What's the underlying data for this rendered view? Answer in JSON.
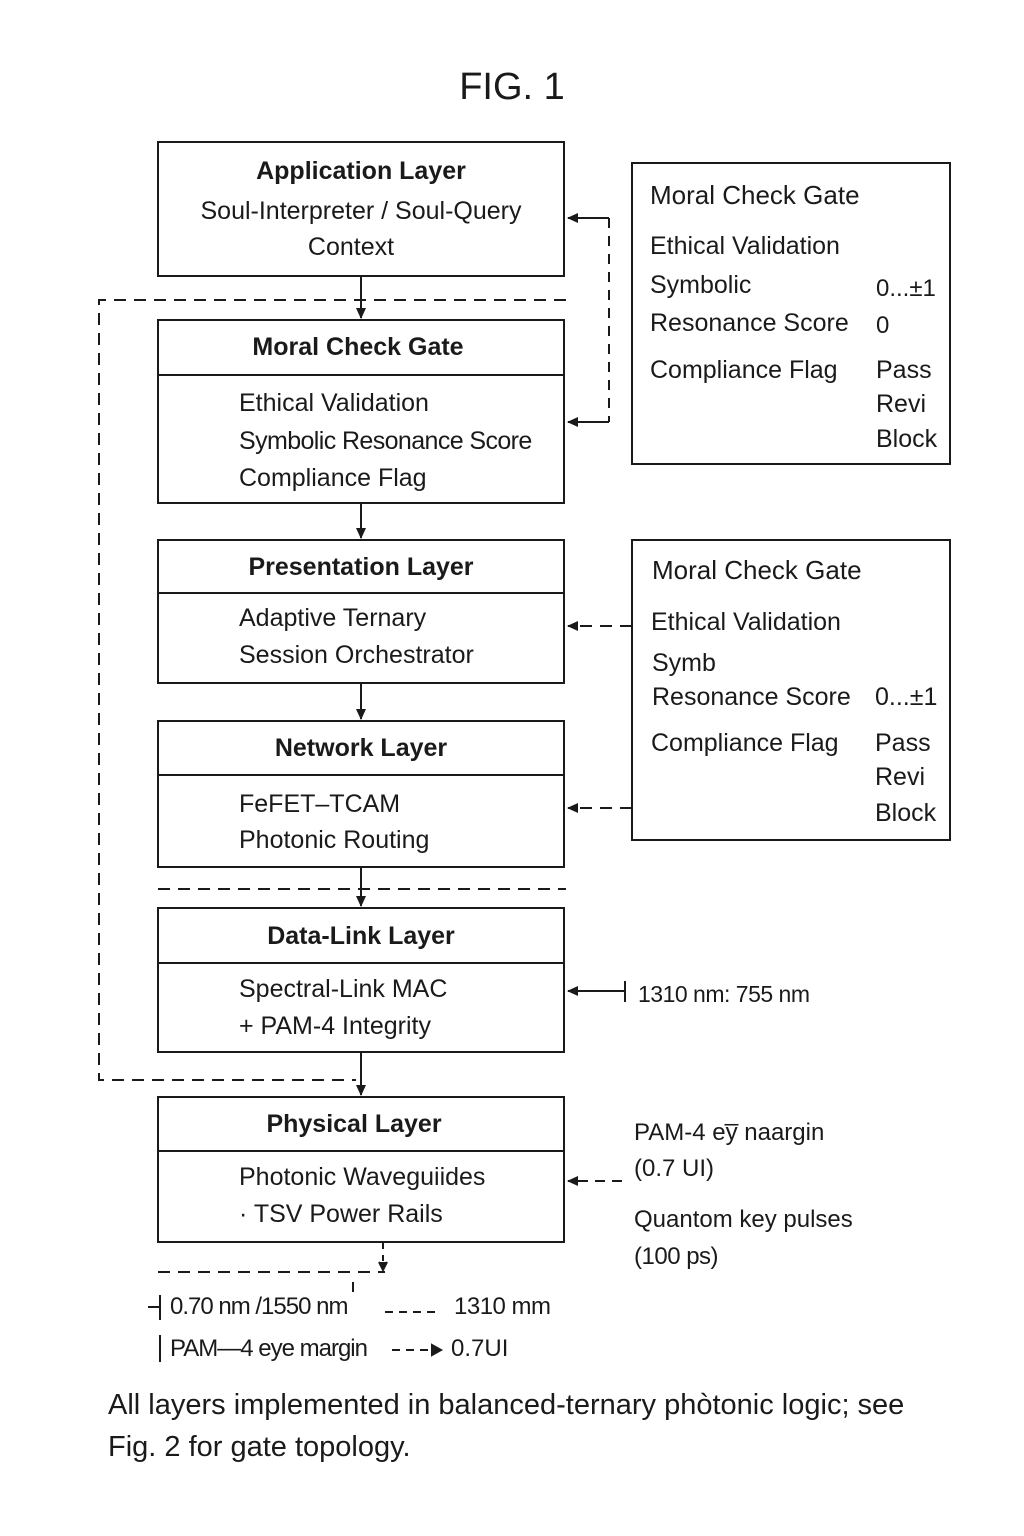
{
  "figure_title": "FIG. 1",
  "layers": {
    "application": {
      "title": "Application Layer",
      "line1": "Soul-Interpreter / Soul-Query",
      "line2": "Context"
    },
    "moral_gate": {
      "title": "Moral Check Gate",
      "line1": "Ethical Validation",
      "line2": "Symbolic Resonance Score",
      "line3": "Compliance Flag"
    },
    "presentation": {
      "title": "Presentation Layer",
      "line1": "Adaptive Ternary",
      "line2": "Session Orchestrator"
    },
    "network": {
      "title": "Network Layer",
      "line1": "FeFET–TCAM",
      "line2": "Photonic Routing"
    },
    "datalink": {
      "title": "Data-Link Layer",
      "line1": "Spectral-Link MAC",
      "line2": "+ PAM-4 Integrity"
    },
    "physical": {
      "title": "Physical Layer",
      "line1": "Photonic Waveguiides",
      "line2": "· TSV Power Rails"
    }
  },
  "side_panel_1": {
    "title": "Moral Check Gate",
    "ethical": "Ethical Validation",
    "symbolic": "Symbolic",
    "range": "0...±1",
    "resonance": "Resonance Score",
    "zero": "0",
    "compliance": "Compliance Flag",
    "pass": "Pass",
    "revi": "Revi",
    "block": "Block"
  },
  "side_panel_2": {
    "title": "Moral Check Gate",
    "ethical": "Ethical Validation",
    "symb": "Symb",
    "resonance": "Resonance Score",
    "range": "0...±1",
    "compliance": "Compliance Flag",
    "pass": "Pass",
    "revi": "Revi",
    "block": "Block"
  },
  "datalink_annotation": "1310 nm: 755 nm",
  "physical_annotations": {
    "line1": "PAM-4 ey̅ naargin",
    "line2": "(0.7 UI)",
    "line3": "Quantom key pulses",
    "line4": "(100 ps)"
  },
  "bottom_annotations": {
    "wavelengths": "0.70 nm /1550 nm",
    "wavelength_right": "1310 mm",
    "eye_margin": "PAM—4 eye margin",
    "eye_value": "0.7UI"
  },
  "caption": "All layers implemented in balanced-ternary phòtonic logic; see Fig. 2 for gate topology."
}
